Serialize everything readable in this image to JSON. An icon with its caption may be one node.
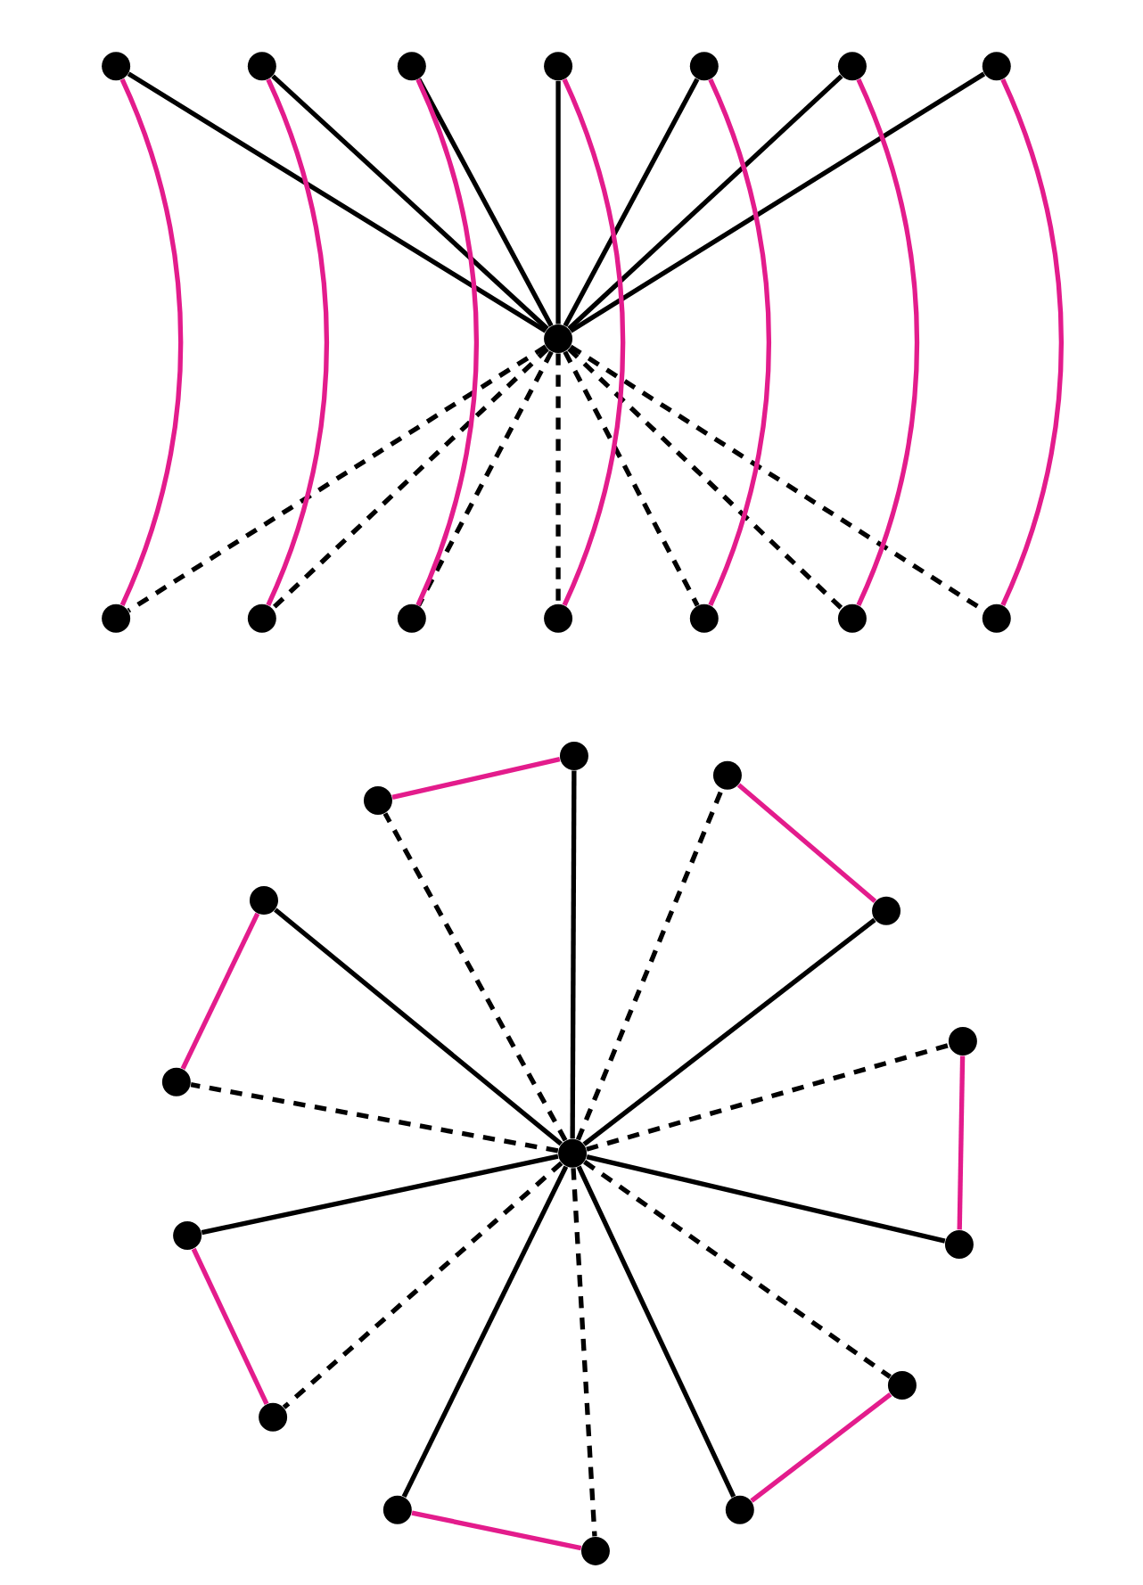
{
  "diagram": {
    "nodes": [
      {
        "text": [],
        "shape": "circle"
      },
      {
        "text": [],
        "shape": "circle"
      },
      {
        "text": [],
        "shape": "circle"
      },
      {
        "text": [],
        "shape": "circle"
      },
      {
        "text": [],
        "shape": "circle"
      },
      {
        "text": [],
        "shape": "circle"
      },
      {
        "text": [],
        "shape": "circle"
      },
      {
        "text": [],
        "shape": "circle"
      },
      {
        "text": [],
        "shape": "circle"
      },
      {
        "text": [],
        "shape": "circle"
      },
      {
        "text": [],
        "shape": "circle"
      },
      {
        "text": [],
        "shape": "circle"
      },
      {
        "text": [],
        "shape": "circle"
      },
      {
        "text": [],
        "shape": "circle"
      },
      {
        "text": [],
        "shape": "circle"
      },
      {
        "text": [],
        "shape": "circle"
      },
      {
        "text": [],
        "shape": "circle"
      },
      {
        "text": [],
        "shape": "circle"
      },
      {
        "text": [],
        "shape": "circle"
      },
      {
        "text": [],
        "shape": "circle"
      },
      {
        "text": [],
        "shape": "circle"
      },
      {
        "text": [],
        "shape": "circle"
      },
      {
        "text": [],
        "shape": "circle"
      },
      {
        "text": [],
        "shape": "circle"
      },
      {
        "text": [],
        "shape": "circle"
      },
      {
        "text": [],
        "shape": "circle"
      },
      {
        "text": [],
        "shape": "circle"
      },
      {
        "text": [],
        "shape": "circle"
      },
      {
        "text": [],
        "shape": "circle"
      },
      {
        "text": [],
        "shape": "circle"
      }
    ],
    "edges": [
      {
        "from": 0,
        "to": 7,
        "arrow": "none"
      },
      {
        "from": 1,
        "to": 7,
        "arrow": "none"
      },
      {
        "from": 2,
        "to": 7,
        "arrow": "none"
      },
      {
        "from": 3,
        "to": 7,
        "arrow": "none"
      },
      {
        "from": 4,
        "to": 7,
        "arrow": "none"
      },
      {
        "from": 5,
        "to": 7,
        "arrow": "none"
      },
      {
        "from": 6,
        "to": 7,
        "arrow": "none"
      },
      {
        "from": 7,
        "to": 8,
        "arrow": "none",
        "style": "dashed"
      },
      {
        "from": 7,
        "to": 9,
        "arrow": "none",
        "style": "dashed"
      },
      {
        "from": 7,
        "to": 10,
        "arrow": "none",
        "style": "dashed"
      },
      {
        "from": 7,
        "to": 11,
        "arrow": "none",
        "style": "dashed"
      },
      {
        "from": 7,
        "to": 12,
        "arrow": "none",
        "style": "dashed"
      },
      {
        "from": 7,
        "to": 13,
        "arrow": "none",
        "style": "dashed"
      },
      {
        "from": 7,
        "to": 14,
        "arrow": "none",
        "style": "dashed"
      },
      {
        "from": 0,
        "to": 8,
        "arrow": "none",
        "color": "#e31c8c"
      },
      {
        "from": 1,
        "to": 9,
        "arrow": "none",
        "color": "#e31c8c"
      },
      {
        "from": 2,
        "to": 10,
        "arrow": "none",
        "color": "#e31c8c"
      },
      {
        "from": 3,
        "to": 11,
        "arrow": "none",
        "color": "#e31c8c"
      },
      {
        "from": 4,
        "to": 12,
        "arrow": "none",
        "color": "#e31c8c"
      },
      {
        "from": 5,
        "to": 13,
        "arrow": "none",
        "color": "#e31c8c"
      },
      {
        "from": 6,
        "to": 14,
        "arrow": "none",
        "color": "#e31c8c"
      },
      {
        "from": 22,
        "to": 17,
        "arrow": "none",
        "style": "dashed"
      },
      {
        "from": 22,
        "to": 15,
        "arrow": "none"
      },
      {
        "from": 22,
        "to": 16,
        "arrow": "none",
        "style": "dashed"
      },
      {
        "from": 22,
        "to": 19,
        "arrow": "none"
      },
      {
        "from": 22,
        "to": 20,
        "arrow": "none",
        "style": "dashed"
      },
      {
        "from": 22,
        "to": 24,
        "arrow": "none"
      },
      {
        "from": 22,
        "to": 25,
        "arrow": "none",
        "style": "dashed"
      },
      {
        "from": 22,
        "to": 28,
        "arrow": "none"
      },
      {
        "from": 22,
        "to": 29,
        "arrow": "none",
        "style": "dashed"
      },
      {
        "from": 22,
        "to": 27,
        "arrow": "none"
      },
      {
        "from": 22,
        "to": 26,
        "arrow": "none",
        "style": "dashed"
      },
      {
        "from": 22,
        "to": 23,
        "arrow": "none"
      },
      {
        "from": 22,
        "to": 21,
        "arrow": "none",
        "style": "dashed"
      },
      {
        "from": 22,
        "to": 18,
        "arrow": "none"
      },
      {
        "from": 17,
        "to": 15,
        "arrow": "none",
        "color": "#e31c8c"
      },
      {
        "from": 16,
        "to": 19,
        "arrow": "none",
        "color": "#e31c8c"
      },
      {
        "from": 20,
        "to": 24,
        "arrow": "none",
        "color": "#e31c8c"
      },
      {
        "from": 25,
        "to": 28,
        "arrow": "none",
        "color": "#e31c8c"
      },
      {
        "from": 29,
        "to": 27,
        "arrow": "none",
        "color": "#e31c8c"
      },
      {
        "from": 26,
        "to": 23,
        "arrow": "none",
        "color": "#e31c8c"
      },
      {
        "from": 21,
        "to": 18,
        "arrow": "none",
        "color": "#e31c8c"
      }
    ]
  }
}
